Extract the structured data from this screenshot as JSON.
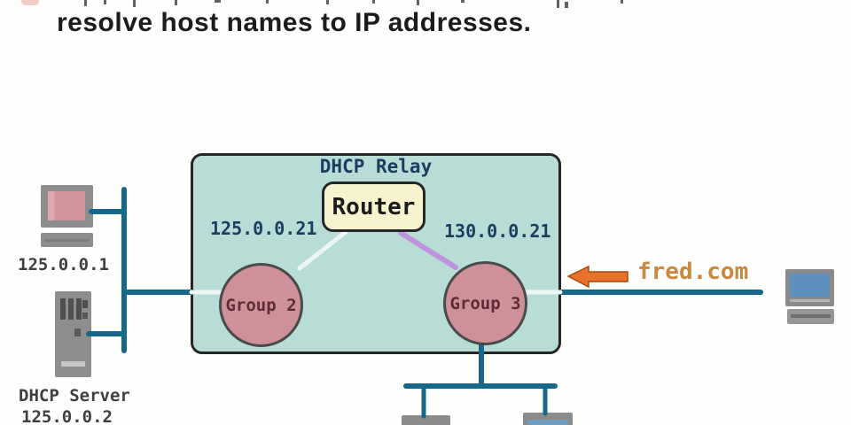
{
  "caption": {
    "line": "resolve host names to IP addresses."
  },
  "relay_box": {
    "title": "DHCP Relay",
    "router_label": "Router",
    "left_interface_ip": "125.0.0.21",
    "right_interface_ip": "130.0.0.21",
    "group2_label": "Group 2",
    "group3_label": "Group 3"
  },
  "left_network": {
    "host_ip": "125.0.0.1",
    "server_name": "DHCP Server",
    "server_ip": "125.0.0.2"
  },
  "right_network": {
    "domain_label": "fred.com"
  },
  "icons": {
    "left_host": "desktop-computer-icon",
    "dhcp_server": "server-tower-icon",
    "right_host": "desktop-computer-icon",
    "bottom_hosts": "monitor-top-icon",
    "direction_arrow": "left-arrow-icon"
  },
  "colors": {
    "relay_box_fill": "#b7ddd6",
    "relay_box_border": "#262626",
    "router_fill": "#f8f3cf",
    "group_circle_fill": "#cf9199",
    "group_circle_border": "#4a4a4a",
    "ethernet_line": "#15688a",
    "white_link_line": "#eef6f3",
    "purple_link_line": "#bd93dd",
    "arrow_orange": "#e8722c",
    "domain_text": "#c8883f",
    "navy_text": "#1d3c5e",
    "pink_screen": "#d2949b",
    "blue_screen": "#5f8fbe",
    "icon_gray": "#8d8d8d"
  }
}
